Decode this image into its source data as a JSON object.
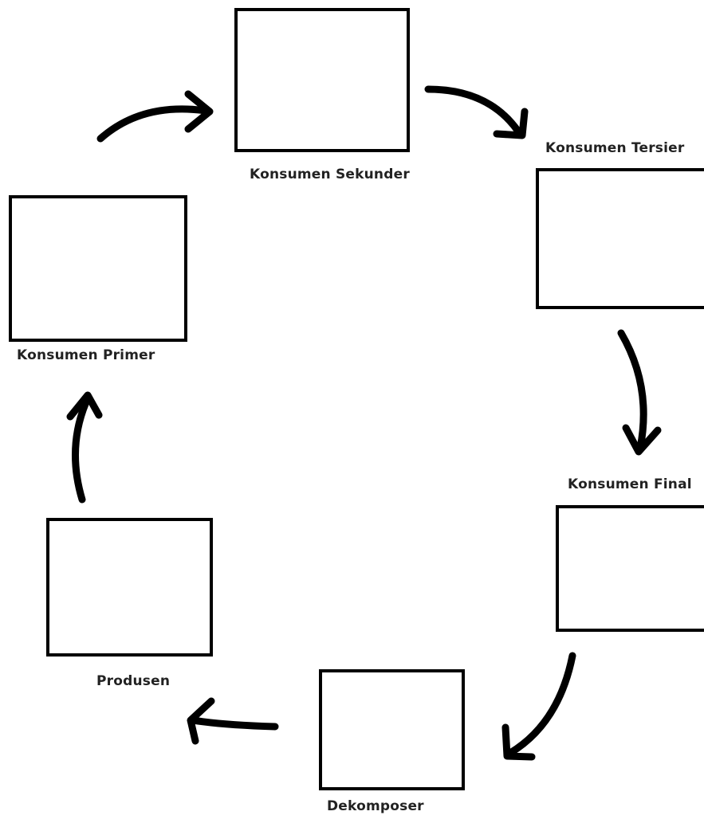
{
  "diagram": {
    "nodes": [
      {
        "id": "konsumen-sekunder",
        "label": "Konsumen Sekunder"
      },
      {
        "id": "konsumen-tersier",
        "label": "Konsumen Tersier"
      },
      {
        "id": "konsumen-final",
        "label": "Konsumen Final"
      },
      {
        "id": "dekomposer",
        "label": "Dekomposer"
      },
      {
        "id": "produsen",
        "label": "Produsen"
      },
      {
        "id": "konsumen-primer",
        "label": "Konsumen Primer"
      }
    ],
    "edges": [
      {
        "from": "konsumen-primer",
        "to": "konsumen-sekunder"
      },
      {
        "from": "konsumen-sekunder",
        "to": "konsumen-tersier"
      },
      {
        "from": "konsumen-tersier",
        "to": "konsumen-final"
      },
      {
        "from": "konsumen-final",
        "to": "dekomposer"
      },
      {
        "from": "dekomposer",
        "to": "produsen"
      },
      {
        "from": "produsen",
        "to": "konsumen-primer"
      }
    ],
    "colors": {
      "stroke": "#000000",
      "label": "#222222",
      "background": "#ffffff"
    }
  }
}
